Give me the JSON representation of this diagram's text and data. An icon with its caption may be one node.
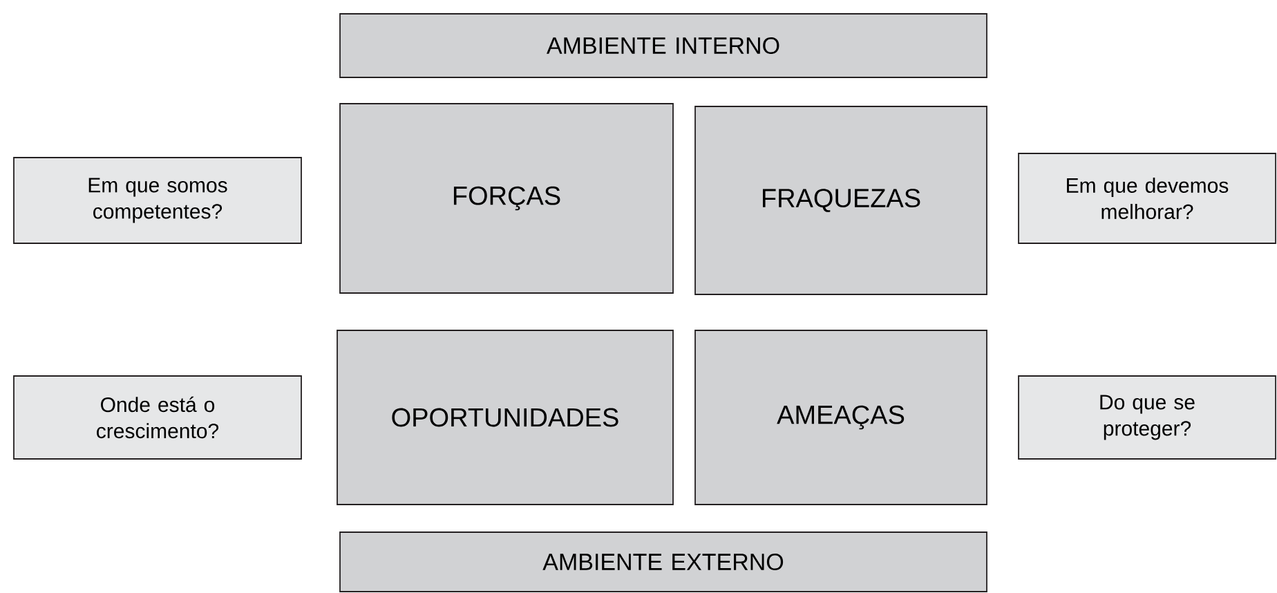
{
  "diagram": {
    "nodes": [
      {
        "text": [
          "AMBIENTE INTERNO"
        ]
      },
      {
        "text": [
          "Em que somos competentes?"
        ]
      },
      {
        "text": [
          "FORÇAS"
        ]
      },
      {
        "text": [
          "FRAQUEZAS"
        ]
      },
      {
        "text": [
          "Em que devemos melhorar?"
        ]
      },
      {
        "text": [
          "Onde está o crescimento?"
        ]
      },
      {
        "text": [
          "OPORTUNIDADES"
        ]
      },
      {
        "text": [
          "AMEAÇAS"
        ]
      },
      {
        "text": [
          "Do que se proteger?"
        ]
      },
      {
        "text": [
          "AMBIENTE EXTERNO"
        ]
      }
    ]
  }
}
